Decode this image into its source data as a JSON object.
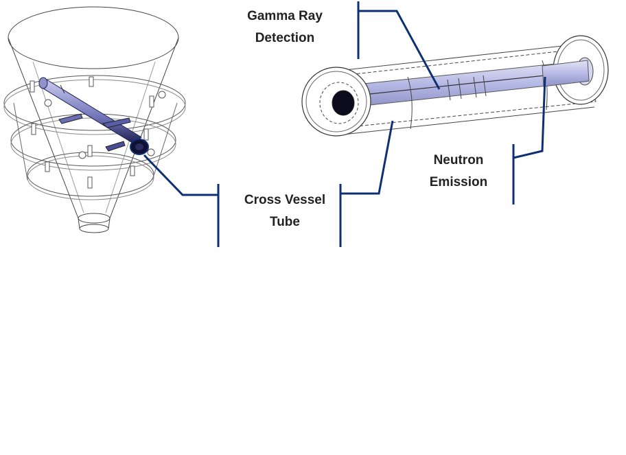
{
  "labels": {
    "gamma_ray_detection": {
      "line1": "Gamma Ray",
      "line2": "Detection"
    },
    "neutron_emission": {
      "line1": "Neutron",
      "line2": "Emission"
    },
    "cross_vessel_tube": {
      "line1": "Cross Vessel",
      "line2": "Tube"
    }
  },
  "colors": {
    "callout": "#0d2f74",
    "tube_fill": "#b9bce6",
    "tube_dark": "#1a1a3a",
    "outline": "#333333",
    "background": "#ffffff"
  }
}
